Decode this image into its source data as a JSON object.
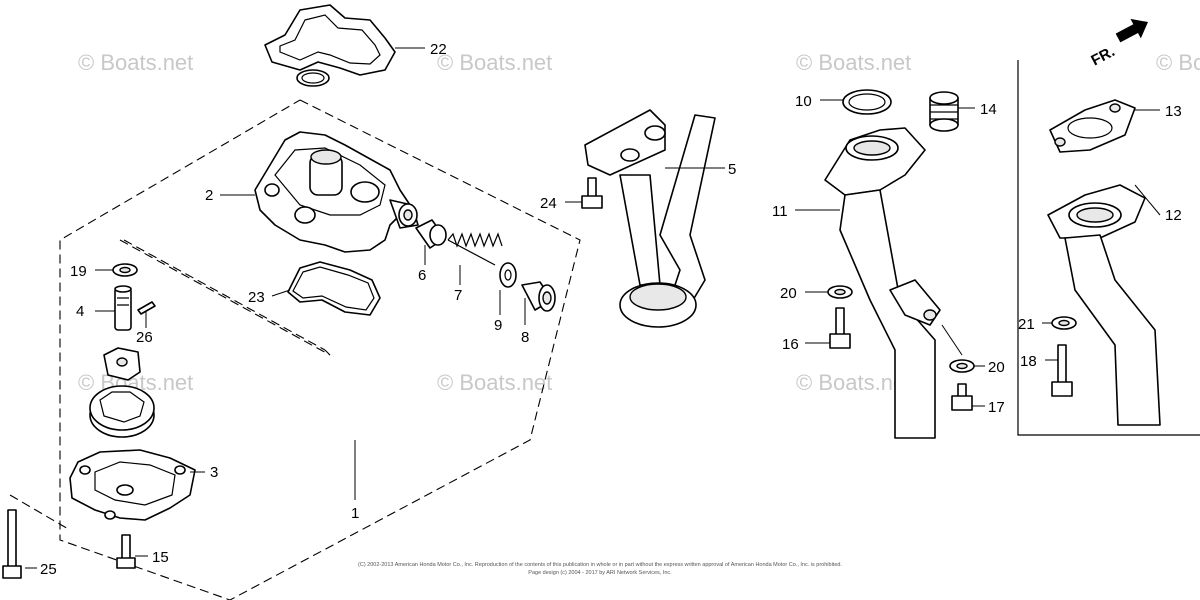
{
  "watermark": "© Boats.net",
  "front_marker": "FR.",
  "copyright_line1": "(C) 2002-2013 American Honda Motor Co., Inc. Reproduction of the contents of this publication in whole or in part without the express written approval of American Honda Motor Co., Inc. is prohibited.",
  "copyright_line2": "Page design (c) 2004 - 2017 by ARI Network Services, Inc.",
  "callouts": {
    "c1": "1",
    "c2": "2",
    "c3": "3",
    "c4": "4",
    "c5": "5",
    "c6": "6",
    "c7": "7",
    "c8": "8",
    "c9": "9",
    "c10": "10",
    "c11": "11",
    "c12": "12",
    "c13": "13",
    "c14": "14",
    "c15": "15",
    "c16": "16",
    "c17": "17",
    "c18": "18",
    "c19": "19",
    "c20a": "20",
    "c20b": "20",
    "c21": "21",
    "c22": "22",
    "c23": "23",
    "c24": "24",
    "c25": "25",
    "c26": "26"
  }
}
